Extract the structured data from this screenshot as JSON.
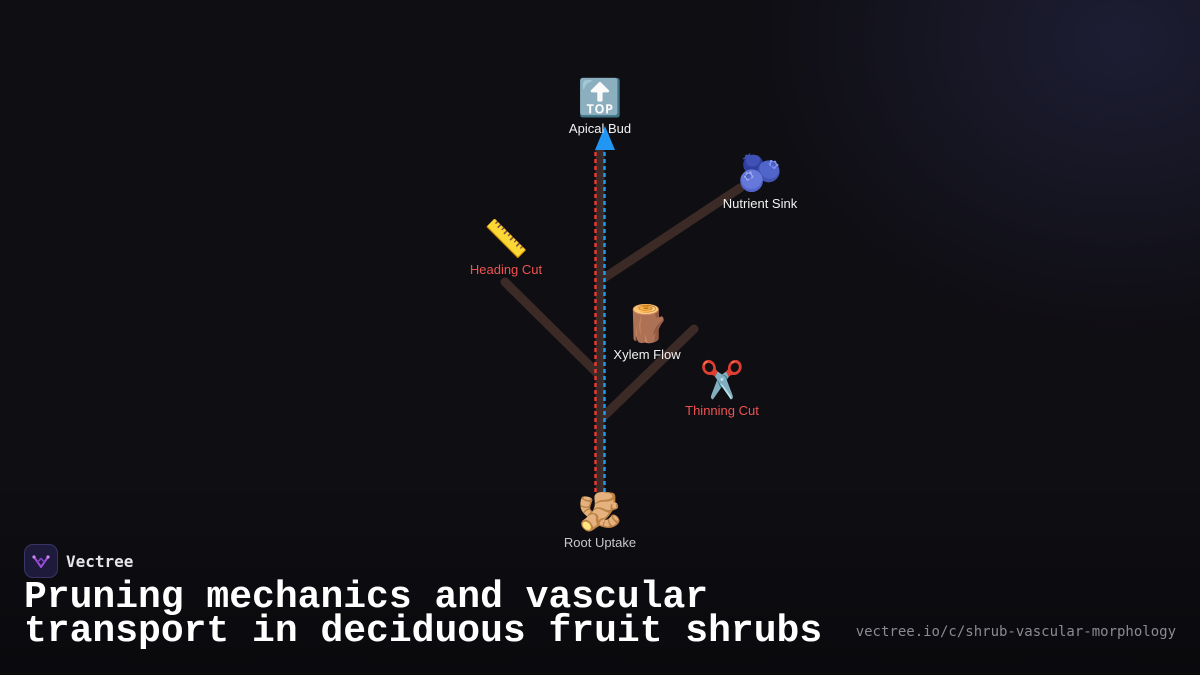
{
  "diagram": {
    "nodes": {
      "apical_bud": {
        "icon": "🔝",
        "label": "Apical Bud"
      },
      "nutrient_sink": {
        "icon": "🫐",
        "label": "Nutrient Sink"
      },
      "heading_cut": {
        "icon": "📏",
        "label": "Heading Cut"
      },
      "xylem_flow": {
        "icon": "🪵",
        "label": "Xylem Flow"
      },
      "thinning_cut": {
        "icon": "✂️",
        "label": "Thinning Cut"
      },
      "root_uptake": {
        "icon": "🫚",
        "label": "Root Uptake"
      }
    },
    "colors": {
      "branch": "#3b2a26",
      "phloem_line": "#e53935",
      "xylem_line": "#2196f3",
      "cut_label": "#ef5350"
    }
  },
  "brand": {
    "name": "Vectree"
  },
  "title": "Pruning mechanics and vascular transport in deciduous fruit shrubs",
  "url": "vectree.io/c/shrub-vascular-morphology"
}
